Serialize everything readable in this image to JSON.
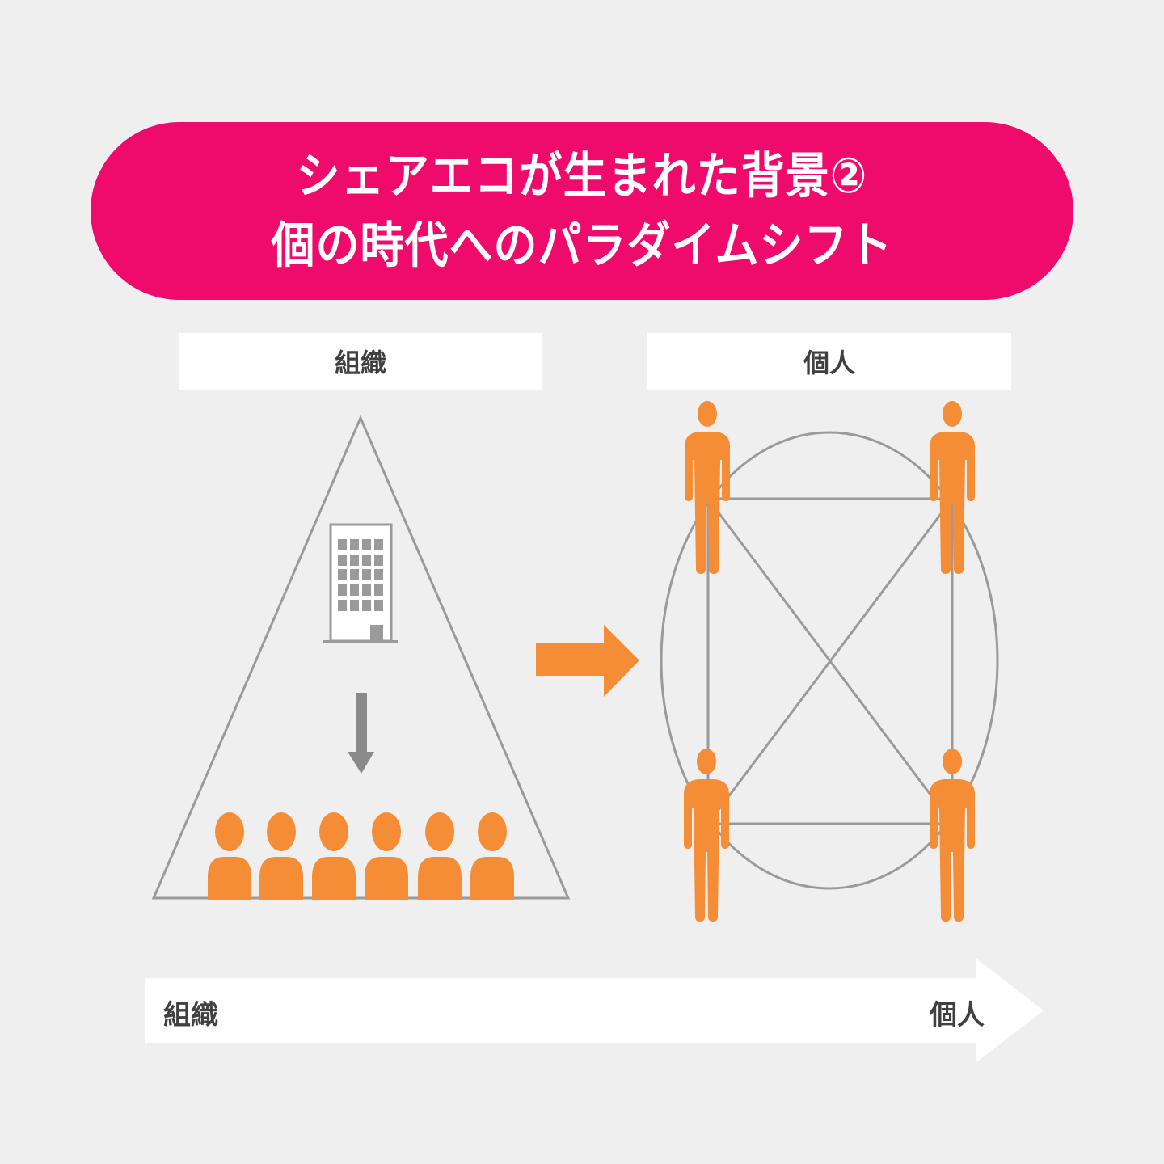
{
  "title": {
    "line1": "シェアエコが生まれた背景②",
    "line2": "個の時代へのパラダイムシフト",
    "background_color": "#ee0b6b"
  },
  "panels": {
    "left": {
      "label": "組織",
      "icons": [
        "building-icon",
        "down-arrow-icon",
        "group-of-six-people-icon"
      ]
    },
    "right": {
      "label": "個人",
      "icons": [
        "four-person-network-icon"
      ]
    }
  },
  "transition_arrow": {
    "icon": "right-arrow-icon",
    "color": "#f58d36"
  },
  "bottom_axis": {
    "start_label": "組織",
    "end_label": "個人"
  },
  "colors": {
    "accent_orange": "#f58d36",
    "line_gray": "#9a9a9a",
    "text_dark": "#404040",
    "background": "#efefef"
  }
}
